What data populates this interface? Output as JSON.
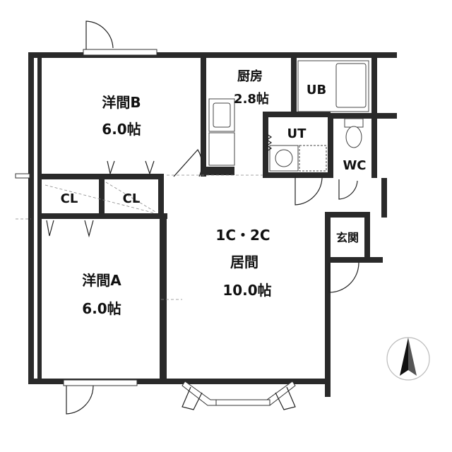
{
  "rooms": {
    "western_b": {
      "name": "洋間B",
      "size": "6.0帖"
    },
    "kitchen": {
      "name": "厨房",
      "size": "2.8帖"
    },
    "ub": {
      "name": "UB"
    },
    "ut": {
      "name": "UT"
    },
    "wc": {
      "name": "WC"
    },
    "cl_left": {
      "name": "CL"
    },
    "cl_right": {
      "name": "CL"
    },
    "living": {
      "layout": "1C・2C",
      "name": "居間",
      "size": "10.0帖"
    },
    "entrance": {
      "name": "玄関"
    },
    "western_a": {
      "name": "洋間A",
      "size": "6.0帖"
    }
  },
  "compass": {
    "icon": "north-arrow-icon",
    "direction": "N"
  },
  "colors": {
    "wall": "#2a2a2a",
    "line": "#222222",
    "background": "#ffffff"
  }
}
